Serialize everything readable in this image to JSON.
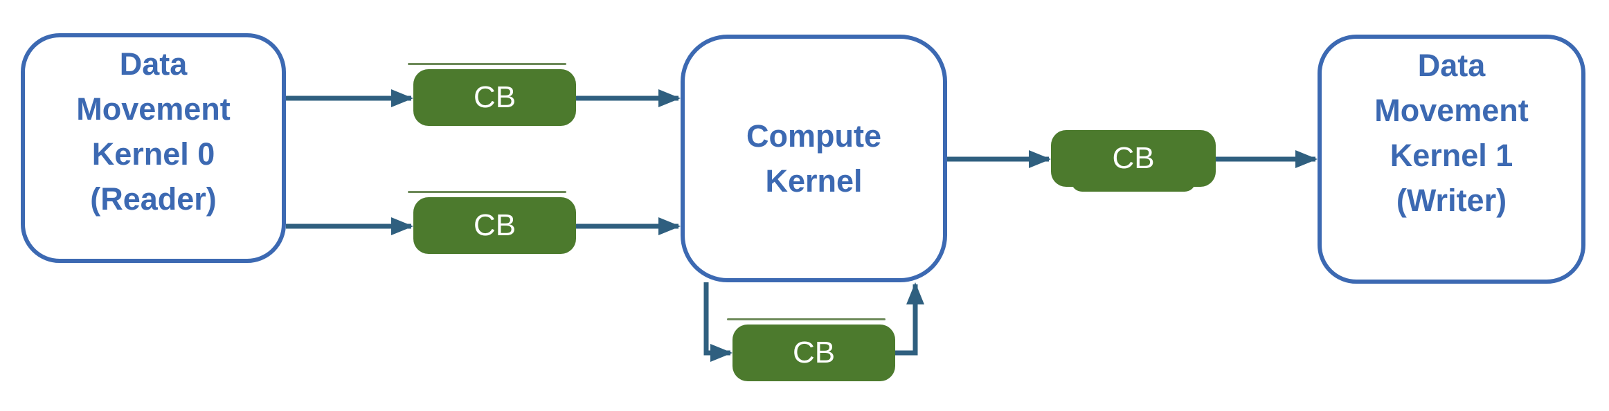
{
  "colors": {
    "node_border_blue": "#3C69B2",
    "node_text_blue": "#3C69B2",
    "buffer_green": "#4C7A2D",
    "buffer_green_dark": "#3E6323",
    "arrow_blue": "#2F5F7F",
    "background": "#FFFFFF"
  },
  "nodes": {
    "reader": {
      "lines": [
        "Data",
        "Movement",
        "Kernel 0",
        "(Reader)"
      ]
    },
    "compute": {
      "lines": [
        "Compute",
        "Kernel"
      ]
    },
    "writer": {
      "lines": [
        "Data",
        "Movement",
        "Kernel 1",
        "(Writer)"
      ]
    },
    "cb_top": {
      "label": "CB"
    },
    "cb_bottom": {
      "label": "CB"
    },
    "cb_mid": {
      "label": "CB"
    },
    "cb_loop": {
      "label": "CB"
    }
  }
}
